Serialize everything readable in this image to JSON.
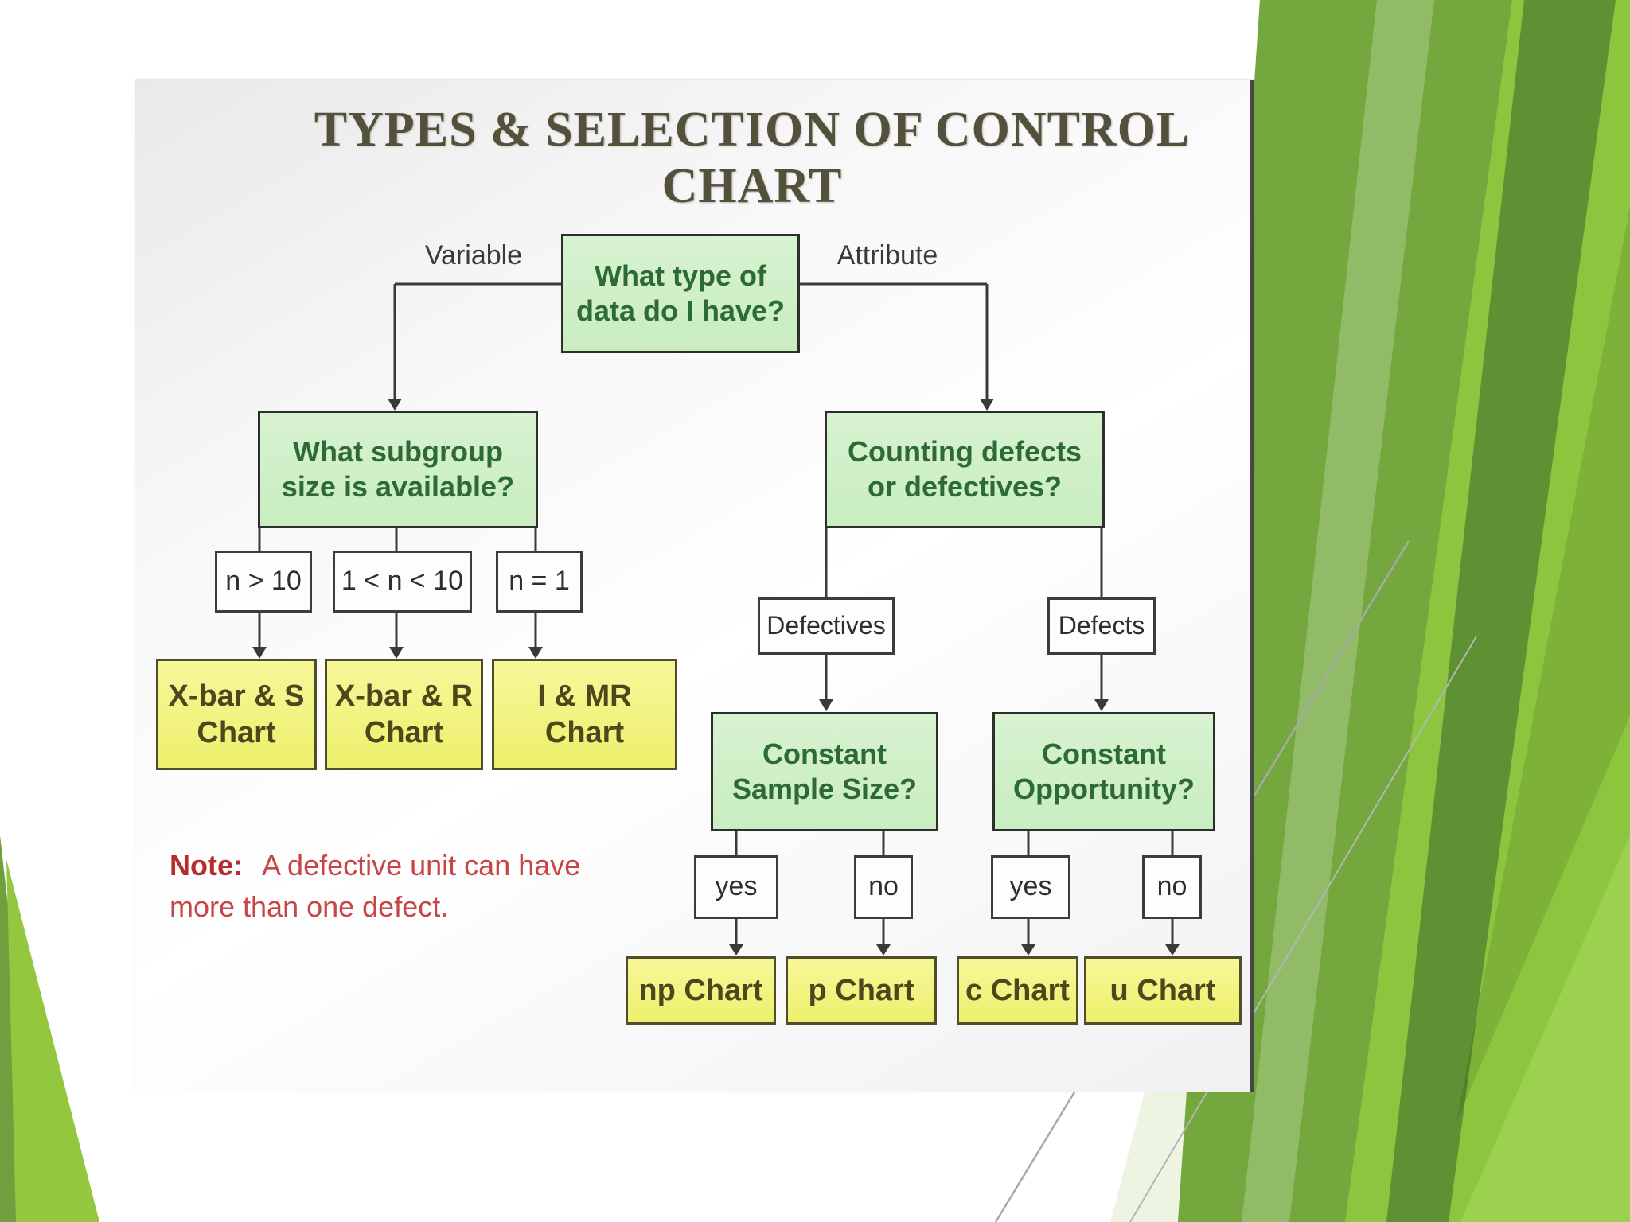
{
  "title": "TYPES & SELECTION OF CONTROL CHART",
  "labels": {
    "variable": "Variable",
    "attribute": "Attribute"
  },
  "boxes": {
    "root": "What type of\ndata do I have?",
    "subgroup": "What subgroup\nsize is available?",
    "counting": "Counting defects\nor defectives?",
    "n_gt_10": "n > 10",
    "n_between": "1 < n < 10",
    "n_eq_1": "n = 1",
    "xbar_s": "X-bar & S\nChart",
    "xbar_r": "X-bar & R\nChart",
    "i_mr": "I & MR\nChart",
    "defectives": "Defectives",
    "defects": "Defects",
    "constant_sample": "Constant\nSample Size?",
    "constant_opportunity": "Constant\nOpportunity?",
    "yes_sample": "yes",
    "no_sample": "no",
    "yes_opportunity": "yes",
    "no_opportunity": "no",
    "np_chart": "np Chart",
    "p_chart": "p Chart",
    "c_chart": "c Chart",
    "u_chart": "u Chart"
  },
  "note": {
    "label": "Note:",
    "text": "A defective unit can have more than one defect."
  },
  "colors": {
    "title_text": "#53503b",
    "green_box_fill": "#cdeec6",
    "green_box_text": "#2d6a35",
    "yellow_box_fill": "#f1f27e",
    "yellow_box_text": "#4a481c",
    "white_box_fill": "#fdfdfd",
    "connector": "#3a3a3a",
    "note_red": "#c74545",
    "decor_green_bright": "#8cc63f",
    "decor_green_medium": "#74a83e",
    "decor_green_dark": "#5d9134",
    "decor_green_pale": "#d9e9bf"
  }
}
